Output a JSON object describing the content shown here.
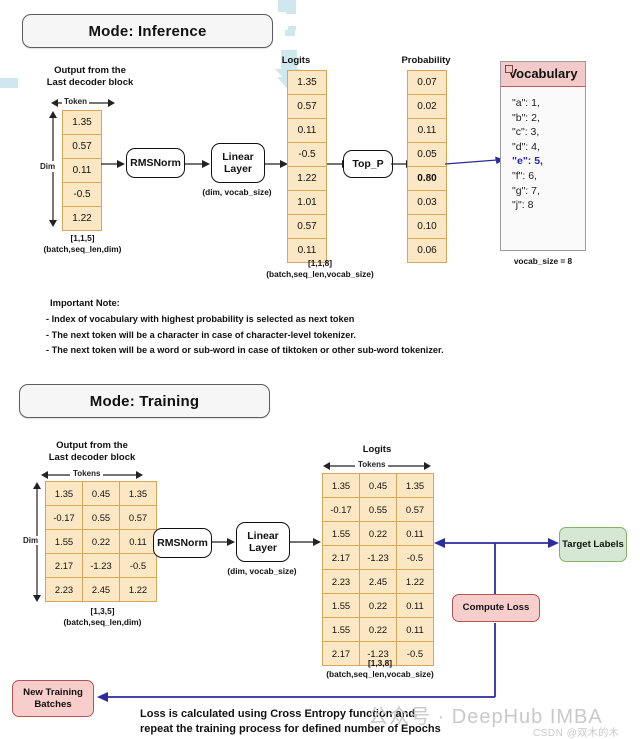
{
  "inference": {
    "banner": "Mode: Inference",
    "input_caption_line1": "Output from the",
    "input_caption_line2": "Last decoder block",
    "token_axis_label": "Token",
    "dim_axis_label": "Dim",
    "input_values": [
      "1.35",
      "0.57",
      "0.11",
      "-0.5",
      "1.22"
    ],
    "input_shape": "[1,1,5]",
    "input_shape_desc": "(batch,seq_len,dim)",
    "rmsnorm_label": "RMSNorm",
    "linear_label_line1": "Linear",
    "linear_label_line2": "Layer",
    "linear_sub": "(dim, vocab_size)",
    "logits_title": "Logits",
    "logits_values": [
      "1.35",
      "0.57",
      "0.11",
      "-0.5",
      "1.22",
      "1.01",
      "0.57",
      "0.11"
    ],
    "logits_shape": "[1,1,8]",
    "logits_shape_desc": "(batch,seq_len,vocab_size)",
    "topp_label": "Top_P",
    "prob_title": "Probability",
    "prob_values": [
      "0.07",
      "0.02",
      "0.11",
      "0.05",
      "0.80",
      "0.03",
      "0.10",
      "0.06"
    ],
    "prob_selected_index": 4,
    "vocab_title": "Vocabulary",
    "vocab_entries": [
      {
        "text": "\"a\": 1,",
        "highlight": false
      },
      {
        "text": "\"b\": 2,",
        "highlight": false
      },
      {
        "text": "\"c\": 3,",
        "highlight": false
      },
      {
        "text": "\"d\": 4,",
        "highlight": false
      },
      {
        "text": "\"e\": 5,",
        "highlight": true
      },
      {
        "text": "\"f\": 6,",
        "highlight": false
      },
      {
        "text": "\"g\": 7,",
        "highlight": false
      },
      {
        "text": "\"j\": 8",
        "highlight": false
      }
    ],
    "vocab_size_label": "vocab_size = 8"
  },
  "notes": {
    "title": "Important Note:",
    "lines": [
      "- Index of vocabulary with highest probability is selected as next token",
      "- The next token will be a character in case of character-level tokenizer.",
      "- The next token will be a word or sub-word in case of tiktoken or other sub-word tokenizer."
    ]
  },
  "training": {
    "banner": "Mode: Training",
    "input_caption_line1": "Output from the",
    "input_caption_line2": "Last decoder block",
    "tokens_axis_label": "Tokens",
    "dim_axis_label": "Dim",
    "input_matrix": [
      [
        "1.35",
        "0.45",
        "1.35"
      ],
      [
        "-0.17",
        "0.55",
        "0.57"
      ],
      [
        "1.55",
        "0.22",
        "0.11"
      ],
      [
        "2.17",
        "-1.23",
        "-0.5"
      ],
      [
        "2.23",
        "2.45",
        "1.22"
      ]
    ],
    "input_shape": "[1,3,5]",
    "input_shape_desc": "(batch,seq_len,dim)",
    "rmsnorm_label": "RMSNorm",
    "linear_label_line1": "Linear",
    "linear_label_line2": "Layer",
    "linear_sub": "(dim, vocab_size)",
    "logits_title": "Logits",
    "logits_matrix": [
      [
        "1.35",
        "0.45",
        "1.35"
      ],
      [
        "-0.17",
        "0.55",
        "0.57"
      ],
      [
        "1.55",
        "0.22",
        "0.11"
      ],
      [
        "2.17",
        "-1.23",
        "-0.5"
      ],
      [
        "2.23",
        "2.45",
        "1.22"
      ],
      [
        "1.55",
        "0.22",
        "0.11"
      ],
      [
        "1.55",
        "0.22",
        "0.11"
      ],
      [
        "2.17",
        "-1.23",
        "-0.5"
      ]
    ],
    "logits_shape": "[1,3,8]",
    "logits_shape_desc": "(batch,seq_len,vocab_size)",
    "target_labels": "Target Labels",
    "compute_loss": "Compute Loss",
    "new_batches_line1": "New Training",
    "new_batches_line2": "Batches",
    "loss_text_line1": "Loss is calculated using Cross Entropy function and",
    "loss_text_line2": "repeat the training process for defined number of Epochs"
  },
  "watermark": {
    "main": "公众号 · DeepHub IMBA",
    "sub": "CSDN @双木的木"
  },
  "colors": {
    "cell_fill": "#fbe7c3",
    "cell_border": "#d6a758",
    "vocab_header": "#f3c9c9",
    "target_fill": "#d5e8d4",
    "loss_fill": "#f8cecc",
    "arrow_blue": "#2c2c9e",
    "decor_arrow": "#cfe8ef",
    "highlight_text": "#2222bb"
  }
}
